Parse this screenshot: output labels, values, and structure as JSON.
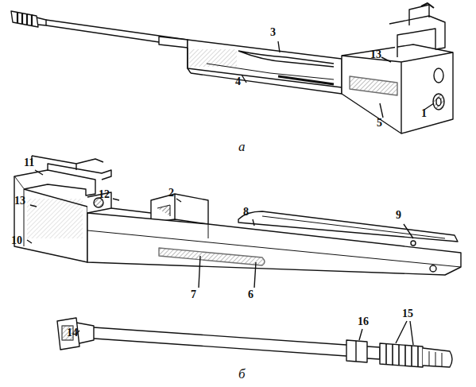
{
  "diagram": {
    "labels": [
      "3",
      "13",
      "4",
      "5",
      "1",
      "а",
      "11",
      "13",
      "12",
      "2",
      "8",
      "9",
      "10",
      "7",
      "6",
      "14",
      "16",
      "15",
      "б"
    ]
  }
}
